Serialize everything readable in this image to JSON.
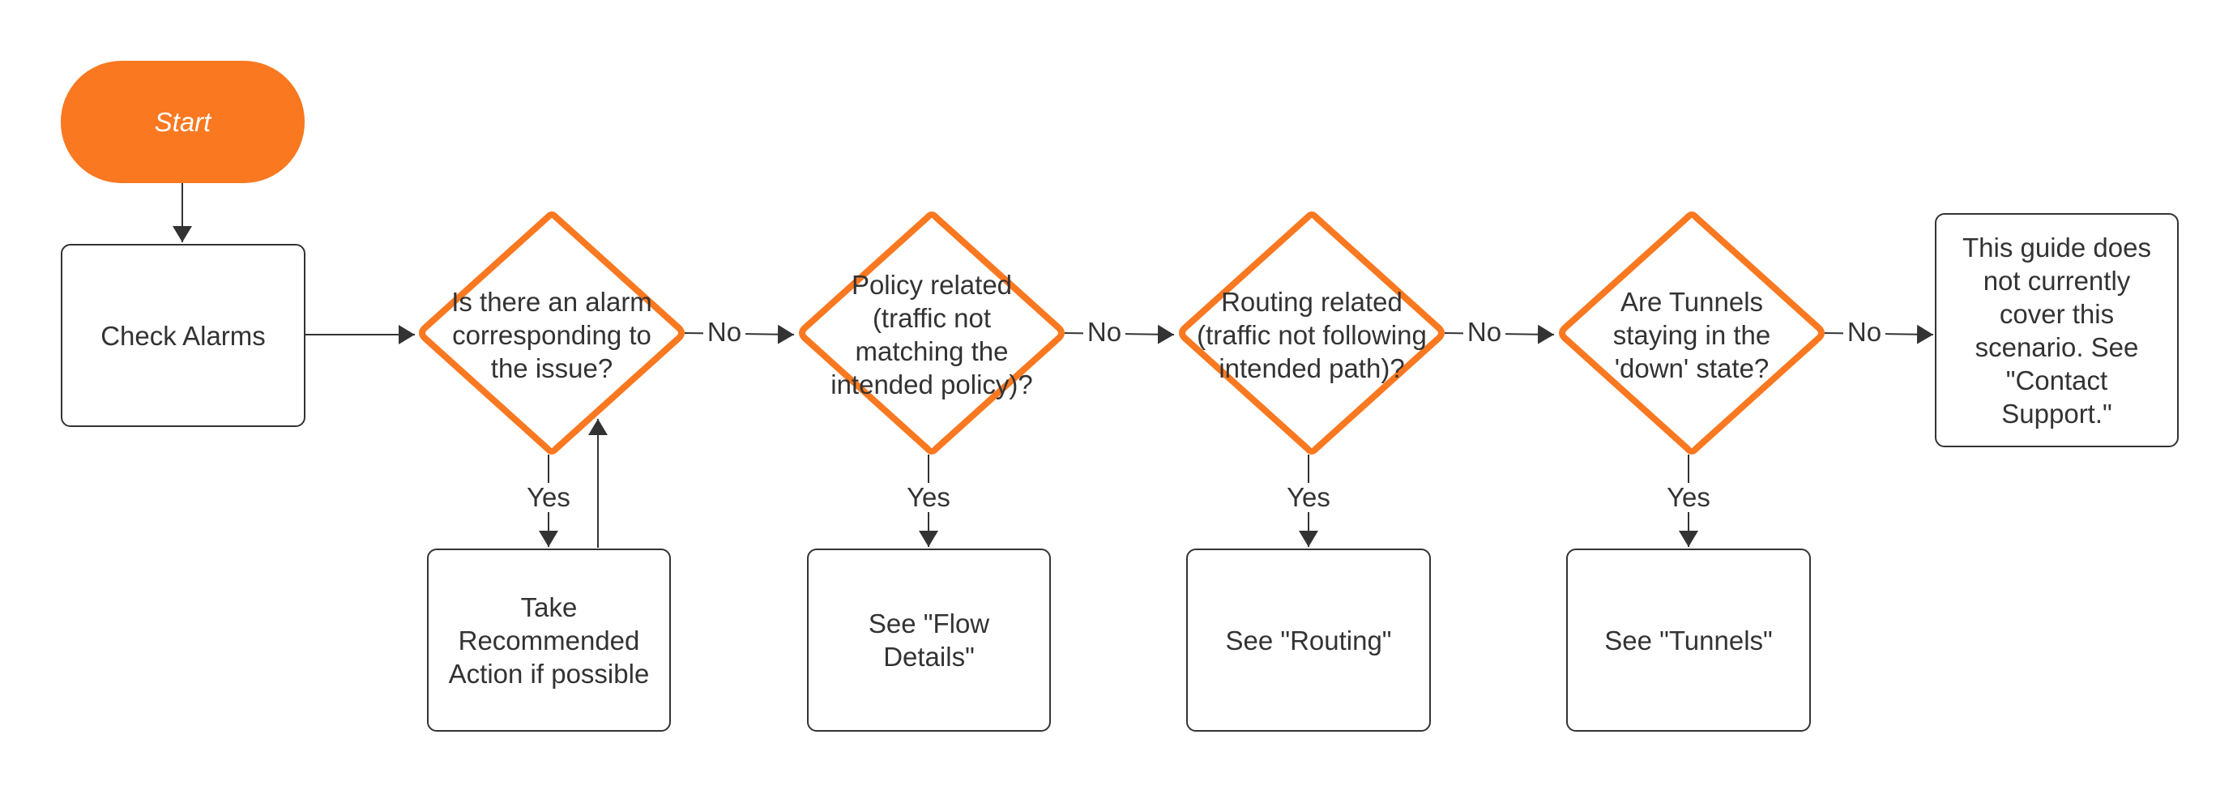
{
  "colors": {
    "accent": "#f97820",
    "stroke": "#333333",
    "text": "#333333",
    "background": "#ffffff"
  },
  "nodes": {
    "start": "Start",
    "check_alarms": "Check Alarms",
    "decision_alarm": "Is there an alarm corresponding to the issue?",
    "decision_policy": "Policy related (traffic not matching the intended policy)?",
    "decision_routing": "Routing related (traffic not following intended path)?",
    "decision_tunnels": "Are Tunnels staying in the 'down' state?",
    "not_covered": "This guide does not currently cover this scenario. See \"Contact Support.\"",
    "take_action": "Take Recommended Action if possible",
    "see_flow": "See \"Flow Details\"",
    "see_routing": "See \"Routing\"",
    "see_tunnels": "See \"Tunnels\""
  },
  "edge_labels": {
    "no": "No",
    "yes": "Yes"
  }
}
